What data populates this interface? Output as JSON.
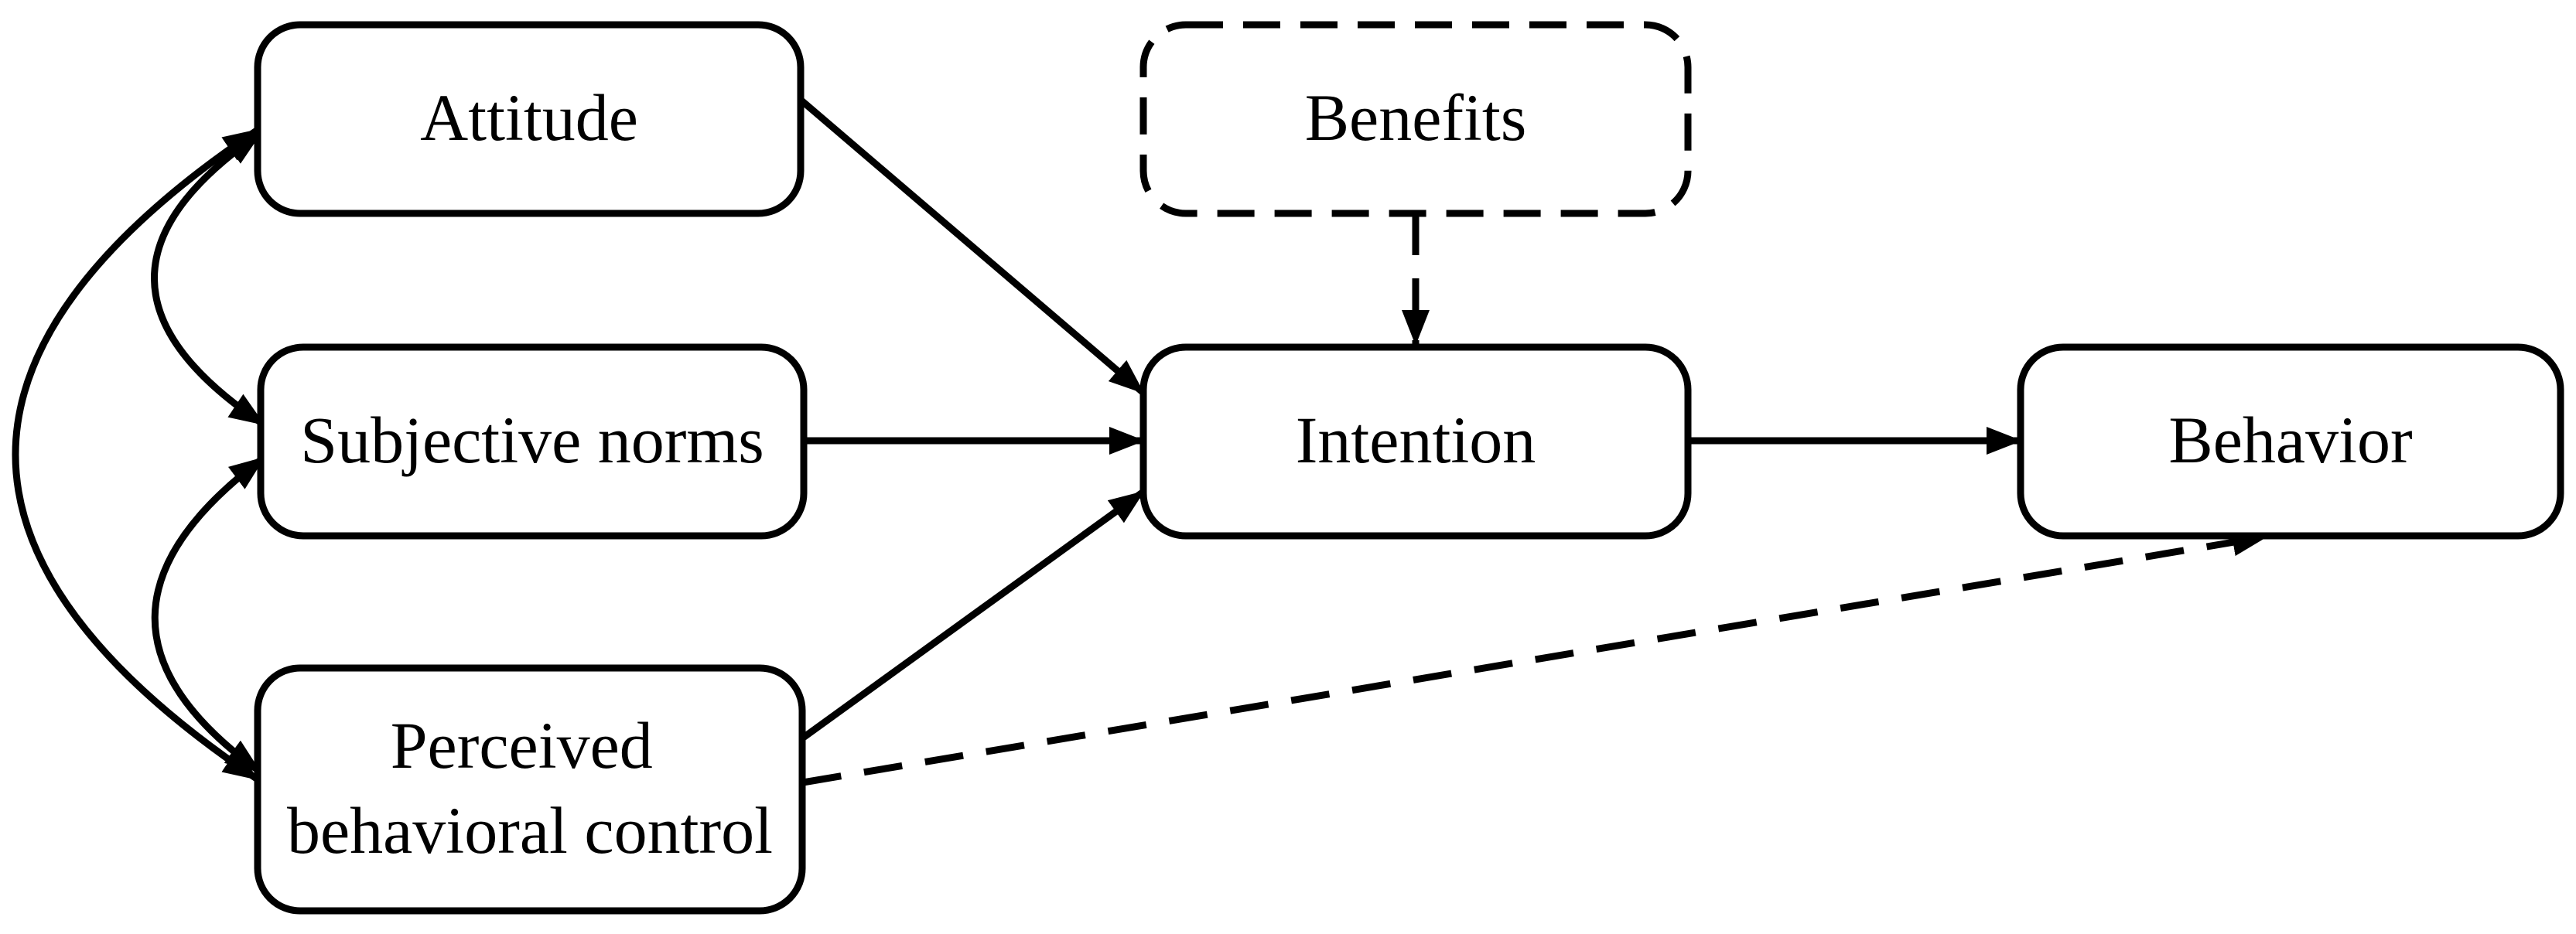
{
  "figure": {
    "background_color": "#ffffff",
    "line_color": "#000000",
    "text_color": "#000000"
  },
  "diagram": {
    "nodes": {
      "attitude": {
        "label": "Attitude",
        "border": "solid"
      },
      "subjective_norms": {
        "label": "Subjective norms",
        "border": "solid"
      },
      "perceived_behavioral_control": {
        "label": "Perceived behavioral control",
        "lines": [
          "Perceived",
          "behavioral control"
        ],
        "border": "solid"
      },
      "benefits": {
        "label": "Benefits",
        "border": "dashed"
      },
      "intention": {
        "label": "Intention",
        "border": "solid"
      },
      "behavior": {
        "label": "Behavior",
        "border": "solid"
      }
    },
    "edges": [
      {
        "from": "attitude",
        "to": "intention",
        "line": "solid",
        "direction": "one-way"
      },
      {
        "from": "subjective_norms",
        "to": "intention",
        "line": "solid",
        "direction": "one-way"
      },
      {
        "from": "perceived_behavioral_control",
        "to": "intention",
        "line": "solid",
        "direction": "one-way"
      },
      {
        "from": "benefits",
        "to": "intention",
        "line": "dashed",
        "direction": "one-way"
      },
      {
        "from": "intention",
        "to": "behavior",
        "line": "solid",
        "direction": "one-way"
      },
      {
        "from": "perceived_behavioral_control",
        "to": "behavior",
        "line": "dashed",
        "direction": "one-way"
      },
      {
        "from": "attitude",
        "to": "subjective_norms",
        "line": "solid",
        "direction": "two-way"
      },
      {
        "from": "subjective_norms",
        "to": "perceived_behavioral_control",
        "line": "solid",
        "direction": "two-way"
      },
      {
        "from": "attitude",
        "to": "perceived_behavioral_control",
        "line": "solid",
        "direction": "two-way"
      }
    ]
  }
}
